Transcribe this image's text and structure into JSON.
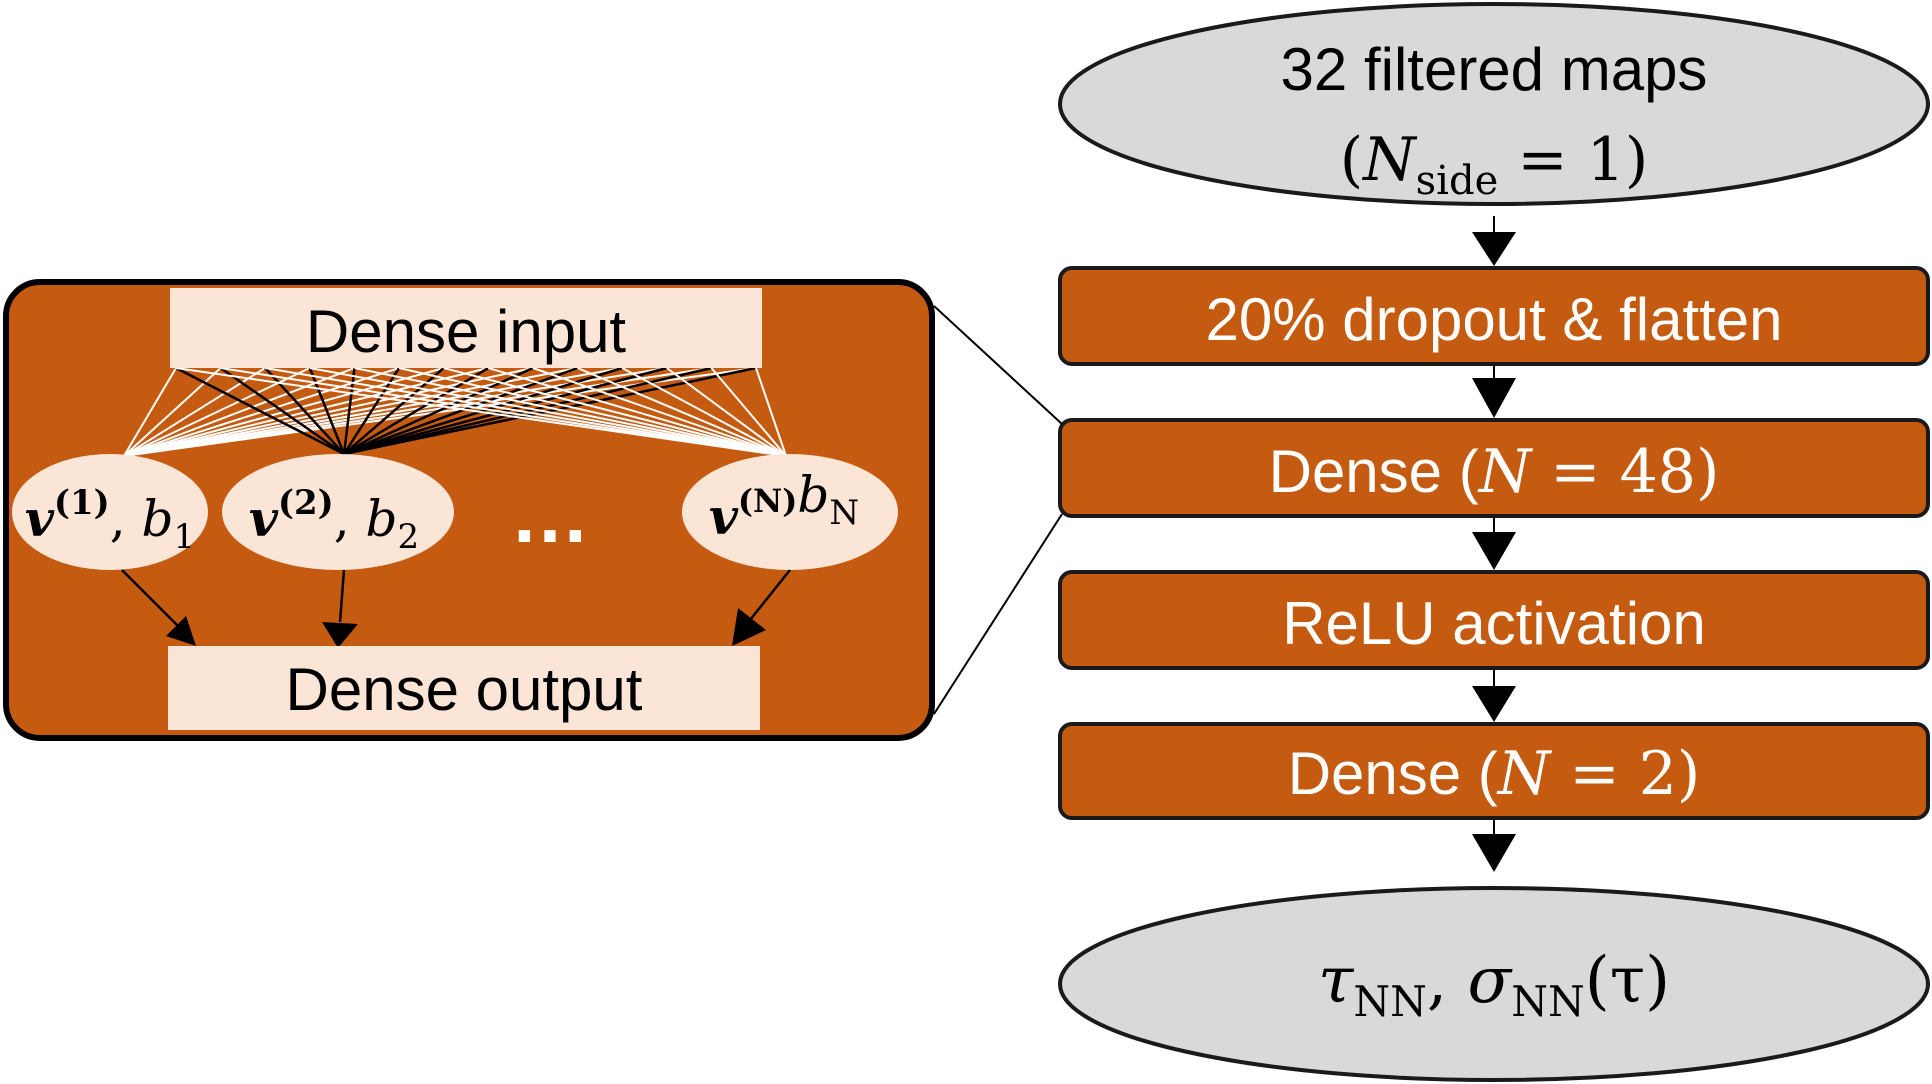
{
  "colors": {
    "block_fill": "#C55A11",
    "block_stroke": "#1a1a1a",
    "terminal_fill": "#D9D9D9",
    "inner_box_fill": "#FBE5D6",
    "white": "#ffffff",
    "black": "#000000"
  },
  "flow": {
    "input": {
      "line1": "32 filtered maps",
      "line2_open": "(",
      "n": "N",
      "sub": "side",
      "line2_rest": " = 1)"
    },
    "steps": [
      {
        "label": "20% dropout & flatten"
      },
      {
        "label_pre": "Dense (",
        "n": "N",
        "label_post": " = 48)"
      },
      {
        "label": "ReLU activation"
      },
      {
        "label_pre": "Dense (",
        "n": "N",
        "label_post": " = 2)"
      }
    ],
    "output": {
      "tau": "τ",
      "tau_sub": "NN",
      "sep": ",  ",
      "sigma": "σ",
      "sigma_sub": "NN",
      "arg": "(τ)"
    }
  },
  "detail": {
    "input_label": "Dense input",
    "output_label": "Dense output",
    "ellipsis": "…",
    "neurons": [
      {
        "v": "v",
        "sup": "(1)",
        "comma": ", ",
        "b": "b",
        "sub": "1"
      },
      {
        "v": "v",
        "sup": "(2)",
        "comma": ", ",
        "b": "b",
        "sub": "2"
      },
      {
        "v": "v",
        "sup": "(N)",
        "comma": "",
        "b": "b",
        "sub": "N"
      }
    ]
  },
  "icons": {
    "arrow": "arrow-down-icon"
  }
}
